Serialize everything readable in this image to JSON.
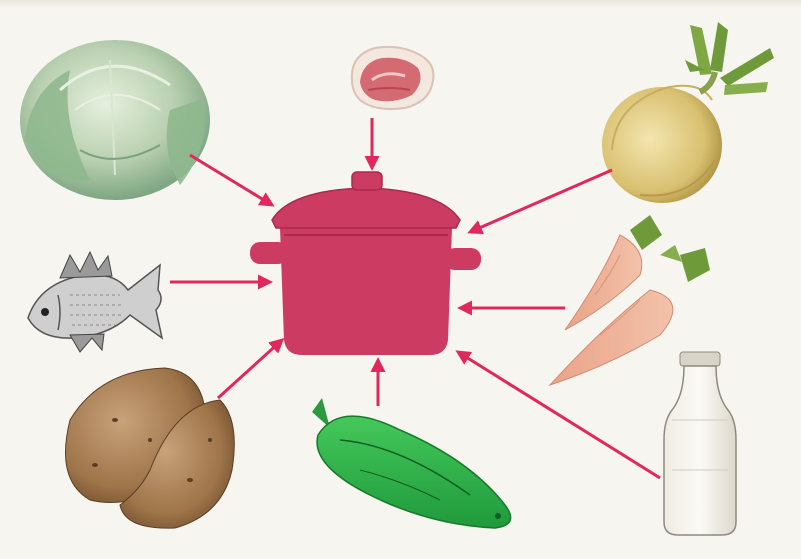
{
  "colors": {
    "background": "#f7f5f0",
    "pot": "#cc3b62",
    "pot_shadow": "#a82b4d",
    "arrow": "#e0285a"
  },
  "diagram": {
    "center": {
      "name": "pot",
      "icon": "cooking-pot-icon"
    },
    "ingredients": [
      {
        "name": "cabbage",
        "icon": "cabbage-icon"
      },
      {
        "name": "meat",
        "icon": "meat-icon"
      },
      {
        "name": "onion",
        "icon": "onion-icon"
      },
      {
        "name": "fish",
        "icon": "fish-icon"
      },
      {
        "name": "carrots",
        "icon": "carrot-icon"
      },
      {
        "name": "potatoes",
        "icon": "potato-icon"
      },
      {
        "name": "cucumber",
        "icon": "cucumber-icon"
      },
      {
        "name": "milk",
        "icon": "milk-bottle-icon"
      }
    ],
    "arrow_count": 8
  }
}
